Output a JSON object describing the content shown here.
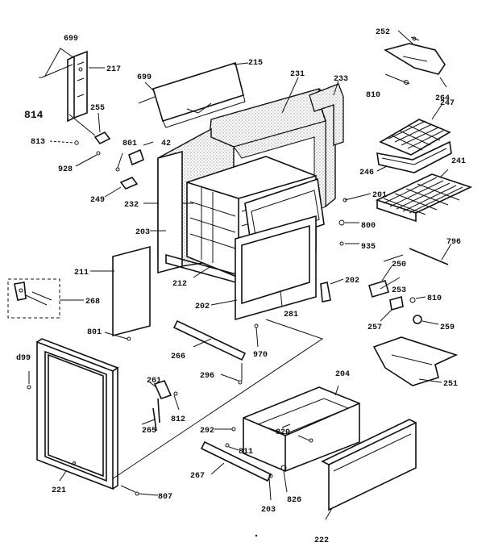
{
  "labels": {
    "699_a": "699",
    "217": "217",
    "699_b": "699",
    "215": "215",
    "252": "252",
    "814": "814",
    "255": "255",
    "813": "813",
    "928": "928",
    "801_a": "801",
    "42": "42",
    "231": "231",
    "233": "233",
    "810_a": "810",
    "264": "264",
    "247": "247",
    "249": "249",
    "246": "246",
    "241": "241",
    "232": "232",
    "201": "201",
    "800": "800",
    "935": "935",
    "203_a": "203",
    "796": "796",
    "211": "211",
    "212": "212",
    "250": "250",
    "202_a": "202",
    "253": "253",
    "810_b": "810",
    "268": "268",
    "202_b": "202",
    "281": "281",
    "257": "257",
    "259": "259",
    "801_b": "801",
    "266": "266",
    "970": "970",
    "699_c": "d99",
    "251": "251",
    "261": "261",
    "296": "296",
    "204": "204",
    "812": "812",
    "265": "265",
    "292": "292",
    "820": "820",
    "811": "811",
    "267": "267",
    "221": "221",
    "807": "807",
    "203_b": "203",
    "826": "826",
    "222": "222"
  }
}
